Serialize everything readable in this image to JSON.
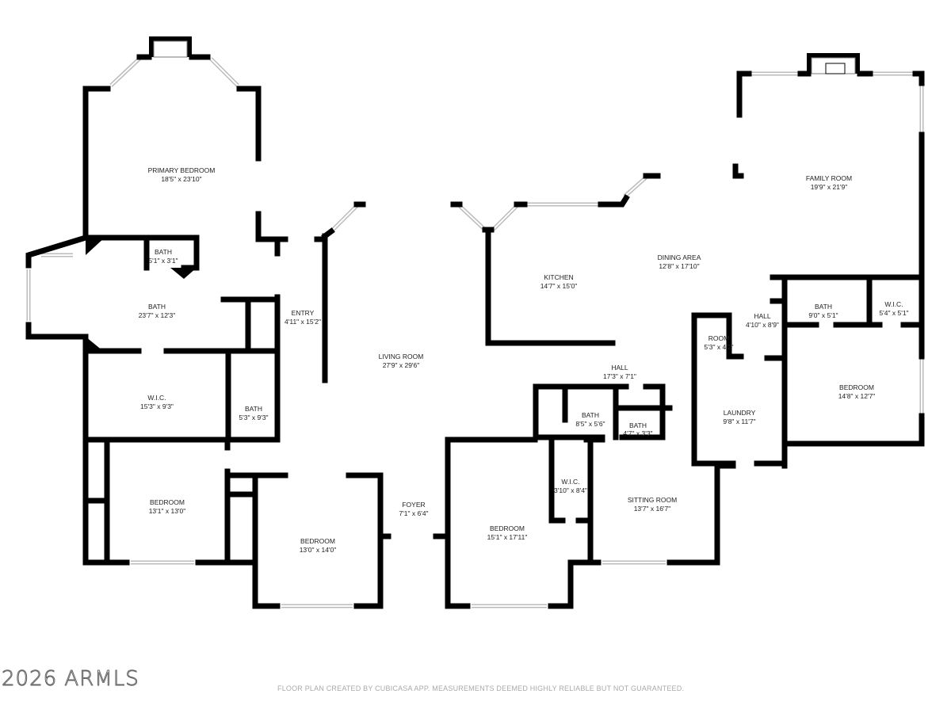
{
  "rooms": [
    {
      "name": "PRIMARY BEDROOM",
      "dims": "18'5\" x 23'10\""
    },
    {
      "name": "BATH",
      "dims": "5'1\" x 3'1\""
    },
    {
      "name": "BATH",
      "dims": "23'7\" x 12'3\""
    },
    {
      "name": "ENTRY",
      "dims": "4'11\" x 15'2\""
    },
    {
      "name": "W.I.C.",
      "dims": "15'3\" x 9'3\""
    },
    {
      "name": "BATH",
      "dims": "5'3\" x 9'3\""
    },
    {
      "name": "LIVING ROOM",
      "dims": "27'9\" x 29'6\""
    },
    {
      "name": "BEDROOM",
      "dims": "13'1\" x 13'0\""
    },
    {
      "name": "BEDROOM",
      "dims": "13'0\" x 14'0\""
    },
    {
      "name": "FOYER",
      "dims": "7'1\" x 6'4\""
    },
    {
      "name": "BEDROOM",
      "dims": "15'1\" x 17'11\""
    },
    {
      "name": "W.I.C.",
      "dims": "3'10\" x 8'4\""
    },
    {
      "name": "SITTING ROOM",
      "dims": "13'7\" x 16'7\""
    },
    {
      "name": "KITCHEN",
      "dims": "14'7\" x 15'0\""
    },
    {
      "name": "DINING AREA",
      "dims": "12'8\" x 17'10\""
    },
    {
      "name": "FAMILY ROOM",
      "dims": "19'9\" x 21'9\""
    },
    {
      "name": "HALL",
      "dims": "17'3\" x 7'1\""
    },
    {
      "name": "BATH",
      "dims": "8'5\" x 5'6\""
    },
    {
      "name": "BATH",
      "dims": "4'7\" x 3'3\""
    },
    {
      "name": "ROOM",
      "dims": "5'3\" x 4'2\""
    },
    {
      "name": "HALL",
      "dims": "4'10\" x 8'9\""
    },
    {
      "name": "LAUNDRY",
      "dims": "9'8\" x 11'7\""
    },
    {
      "name": "BATH",
      "dims": "9'0\" x 5'1\""
    },
    {
      "name": "W.I.C.",
      "dims": "5'4\" x 5'1\""
    },
    {
      "name": "BEDROOM",
      "dims": "14'8\" x 12'7\""
    }
  ],
  "watermark": "2026 ARMLS",
  "footer": "FLOOR PLAN CREATED BY CUBICASA APP. MEASUREMENTS DEEMED HIGHLY RELIABLE BUT NOT GUARANTEED."
}
